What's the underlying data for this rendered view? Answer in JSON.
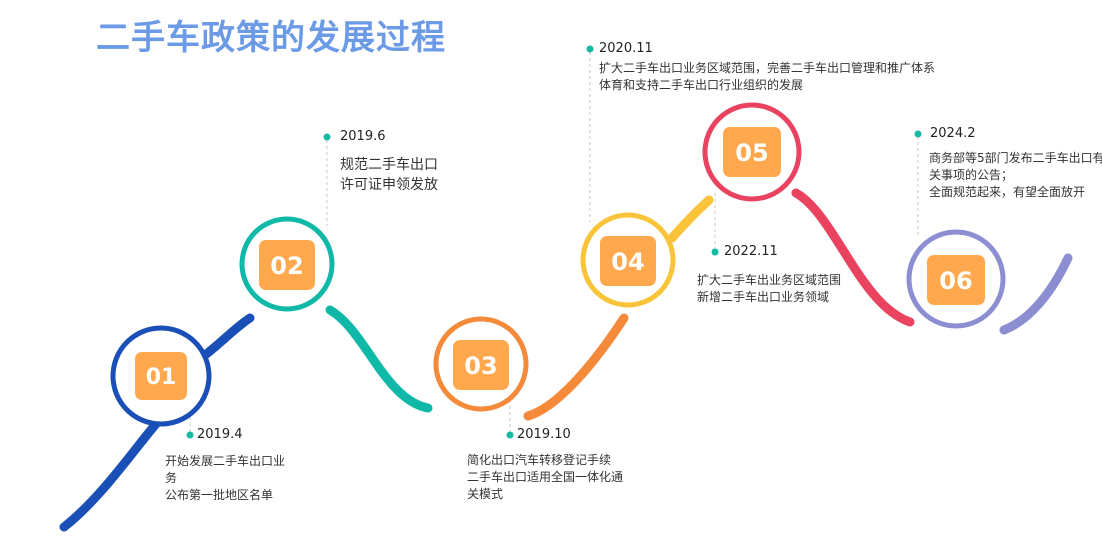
{
  "title": "二手车政策的发展过程",
  "colors": {
    "title": "#6b9ae6",
    "badge": "#ffa84d",
    "dot": "#17b9a4",
    "step1": "#1b4fb8",
    "step2": "#10b8a8",
    "step3": "#f58a3a",
    "step4": "#f9c43a",
    "step5": "#e9435f",
    "step6": "#8b8fd2"
  },
  "steps": [
    {
      "num": "01",
      "date": "2019.4",
      "lines": [
        "开始发展二手车出口业",
        "务",
        "公布第一批地区名单"
      ]
    },
    {
      "num": "02",
      "date": "2019.6",
      "lines": [
        "规范二手车出口",
        "许可证申领发放"
      ]
    },
    {
      "num": "03",
      "date": "2019.10",
      "lines": [
        "简化出口汽车转移登记手续",
        "二手车出口适用全国一体化通",
        "关模式"
      ]
    },
    {
      "num": "04",
      "date": "2020.11",
      "lines": [
        "扩大二手车出口业务区域范围，完善二手车出口管理和推广体系",
        "体育和支持二手车出口行业组织的发展"
      ]
    },
    {
      "num": "05",
      "date": "2022.11",
      "lines": [
        "扩大二手车出业务区域范围",
        "新增二手车出口业务领域"
      ]
    },
    {
      "num": "06",
      "date": "2024.2",
      "lines": [
        "商务部等5部门发布二手车出口有",
        "关事项的公告；",
        "全面规范起来，有望全面放开"
      ]
    }
  ]
}
